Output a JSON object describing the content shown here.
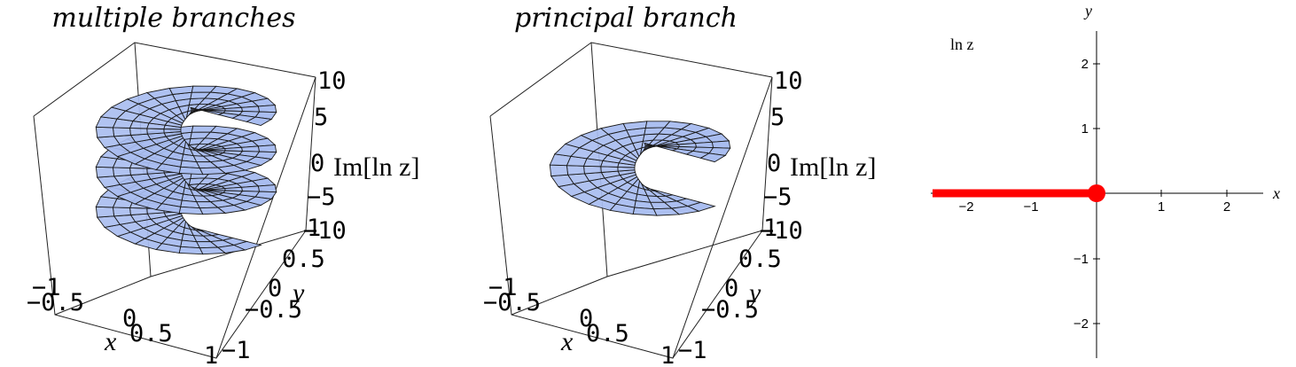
{
  "panels": {
    "left": {
      "title": "multiple branches",
      "z_label": "Im[ln z]",
      "x_label": "x",
      "y_label": "y",
      "z_ticks": [
        "10",
        "5",
        "0",
        "−5",
        "−10"
      ],
      "x_ticks": [
        "−1",
        "−0.5",
        "0",
        "0.5",
        "1"
      ],
      "y_ticks": [
        "1",
        "0.5",
        "0",
        "−0.5",
        "−1"
      ],
      "turns": 3
    },
    "middle": {
      "title": "principal branch",
      "z_label": "Im[ln z]",
      "x_label": "x",
      "y_label": "y",
      "z_ticks": [
        "10",
        "5",
        "0",
        "−5",
        "−10"
      ],
      "x_ticks": [
        "−1",
        "−0.5",
        "0",
        "0.5",
        "1"
      ],
      "y_ticks": [
        "1",
        "0.5",
        "0",
        "−0.5",
        "−1"
      ],
      "turns": 1
    },
    "right": {
      "function_label": "ln z",
      "x_label": "x",
      "y_label": "y",
      "x_ticks": [
        "−2",
        "−1",
        "1",
        "2"
      ],
      "y_ticks": [
        "2",
        "1",
        "−1",
        "−2"
      ],
      "branch_cut_color": "#ff0000",
      "surface_color": "#a9bdf0"
    }
  }
}
